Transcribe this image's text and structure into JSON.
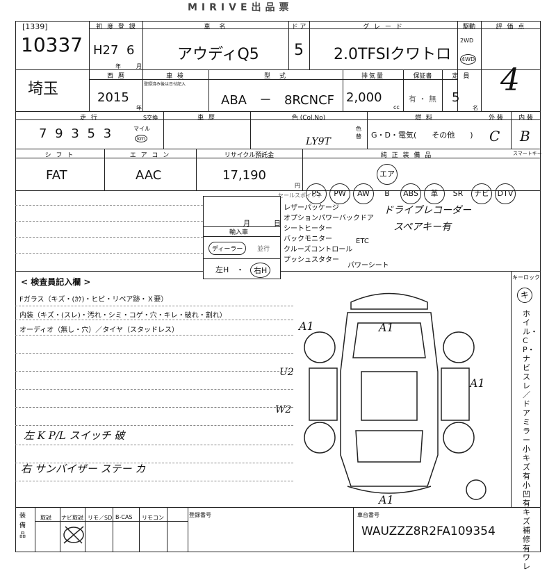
{
  "title": "MIRIVE出品票",
  "top": {
    "lot_prefix": "[1339]",
    "lot": "10337"
  },
  "row1": {
    "hdr_first_reg": "初 度 登 録",
    "hdr_model": "車　名",
    "hdr_door": "ド ア",
    "hdr_grade": "グ レ ー ド",
    "hdr_drive": "駆動",
    "hdr_eval": "評 価 点",
    "era": "H27",
    "month": "6",
    "year_unit": "年",
    "month_unit": "月",
    "model": "アウディQ5",
    "door": "5",
    "grade": "2.0TFSIクワトロ",
    "drive_2wd": "2WD",
    "drive_4wd": "4WD",
    "eval": "4"
  },
  "row2": {
    "pref": "埼玉",
    "hdr_year": "西 暦",
    "hdr_inspect": "車 検",
    "inspect_note": "登録済み後は日付記入",
    "hdr_type": "型　式",
    "hdr_cc": "排気量",
    "hdr_repair": "保証書",
    "hdr_capacity": "定 員",
    "year": "2015",
    "year_unit": "年",
    "type": "ABA　－　8RCNCF",
    "cc": "2,000",
    "cc_unit": "cc",
    "repair": "有 ・ 無",
    "capacity": "5",
    "cap_unit": "名"
  },
  "row3": {
    "hdr_mileage": "走 行",
    "hdr_change": "車 歴",
    "hdr_color": "色 (Col.No)",
    "hdr_fuel": "燃 料",
    "hdr_ext": "外 装",
    "hdr_int": "内 装",
    "mileage": "7 9 3 5 3",
    "mile_unit": "マイル",
    "km_unit": "km",
    "meter_change": "S交換",
    "color_code": "LY9T",
    "color_label": "色替",
    "fuel": "G・D・電気(　　その他　　)",
    "ext": "C",
    "int": "B"
  },
  "row4": {
    "hdr_shift": "シ フ ト",
    "hdr_ac": "エ ア コ ン",
    "hdr_recycle": "リサイクル預託金",
    "hdr_equip": "純 正 装 備 品",
    "hdr_smart": "スマートキー",
    "shift": "FAT",
    "ac": "AAC",
    "recycle": "17,190",
    "recycle_unit": "円",
    "equip": [
      "PS",
      "PW",
      "AW",
      "エアB",
      "ABS",
      "革",
      "SR",
      "ナビ",
      "DTV"
    ]
  },
  "box": {
    "label": "セールスポイント",
    "month": "月",
    "day": "日",
    "import": "輸入車",
    "dealer": "ディーラー",
    "parallel": "並行",
    "left_h": "左H",
    "dot": "・",
    "right_h": "右H"
  },
  "features": [
    "レザーパッケージ",
    "オプションパワーバックドア",
    "シートヒーター",
    "バックモニター",
    "クルーズコントロール",
    "プッシュスタター"
  ],
  "features_extra": [
    "ETC",
    "パワーシート"
  ],
  "hand_notes": {
    "top1": "ドライブレコーダー",
    "top2": "スペアキー有"
  },
  "inspector": {
    "title": "< 検査員記入欄 >",
    "line1": "Fガラス（キズ・(ｶｹ)・ヒビ・リペア跡・Ｘ要）",
    "line2": "内装（キズ・(スレ)・汚れ・シミ・コゲ・穴・キレ・破れ・割れ）",
    "line3": "オーディオ（無し・穴）／タイヤ（スタッドレス）",
    "note1": "左 K P/L スイッチ 破",
    "note2": "右 サンバイザー ステー カ"
  },
  "diagram": {
    "keylock": "キーロック",
    "keylock_mark": "キ",
    "labels": [
      "A1",
      "A1",
      "U2",
      "W2",
      "A1",
      "A1"
    ]
  },
  "side": {
    "text": "ホイル・CP・ナビスレ／ドアミラー 小キズ 有 小凹 有 キズ 補修 有 ワレ"
  },
  "bottom": {
    "hdr_left": "装 備 品",
    "cols": [
      "取説",
      "ナビ取説",
      "リモ／SD",
      "B-CAS",
      "リモコン"
    ],
    "hdr_reg": "登録番号",
    "hdr_vin": "車台番号",
    "vin": "WAUZZZ8R2FA109354"
  }
}
